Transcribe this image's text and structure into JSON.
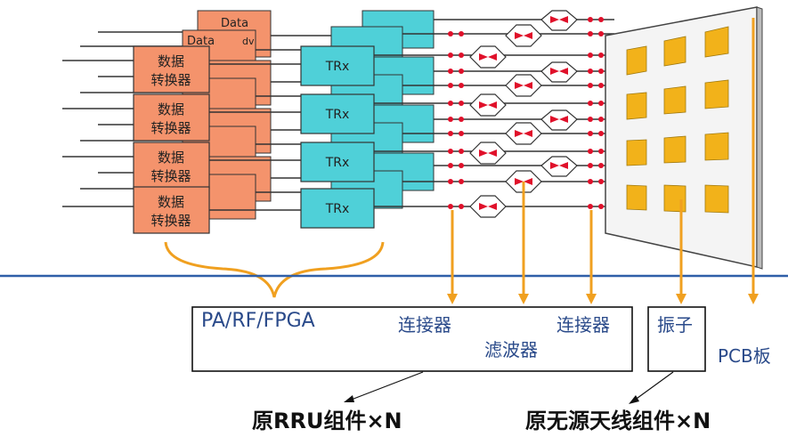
{
  "diagram": {
    "data_label": "Data",
    "dv_label": "dv",
    "converter_label_line1": "数据",
    "converter_label_line2": "转换器",
    "trx_label": "TRx",
    "bottom_box_left": {
      "pa_rf_fpga": "PA/RF/FPGA",
      "connector_left": "连接器",
      "filter": "滤波器",
      "connector_right": "连接器"
    },
    "bottom_box_right": {
      "element": "振子"
    },
    "pcb_label": "PCB板",
    "caption_left": "原RRU组件×N",
    "caption_right": "原无源天线组件×N"
  },
  "colors": {
    "converter_fill": "#f4936c",
    "trx_fill": "#4fd0d8",
    "arrow_orange": "#f0a020",
    "antenna_patch": "#f2b21a",
    "separator_blue": "#2f5fa8",
    "connector_dot": "#e0102a",
    "filter_red": "#e0102a"
  }
}
